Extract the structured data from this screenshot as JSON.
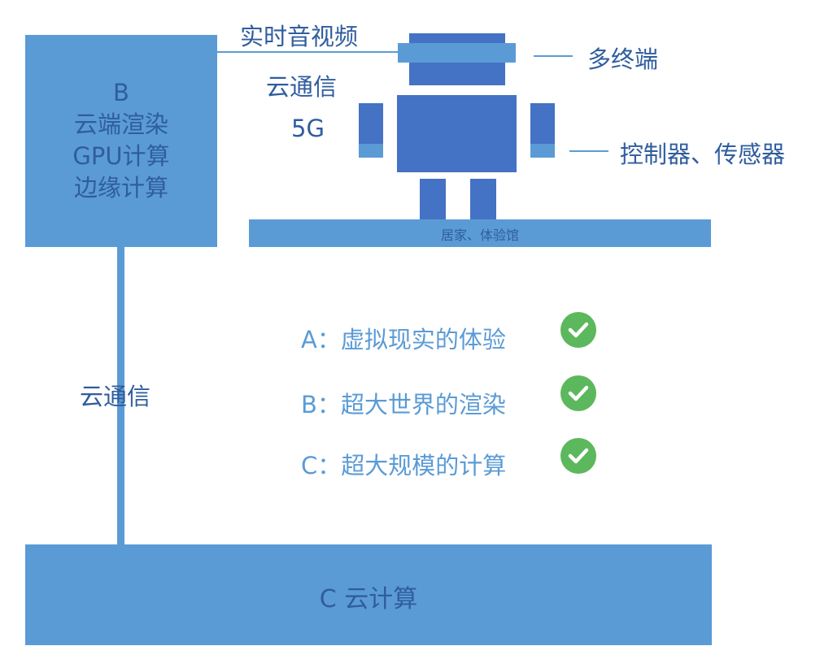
{
  "block_b": {
    "lines": [
      "B",
      "云端渲染",
      "GPU计算",
      "边缘计算"
    ]
  },
  "labels": {
    "realtime_av": "实时音视频",
    "cloud_comm_top": "云通信",
    "five_g": "5G",
    "multi_terminal": "多终端",
    "controller_sensor": "控制器、传感器",
    "cloud_comm_left": "云通信"
  },
  "platform": {
    "label": "居家、体验馆"
  },
  "block_c": {
    "label": "C 云计算"
  },
  "options": [
    {
      "text": "A：虚拟现实的体验"
    },
    {
      "text": "B：超大世界的渲染"
    },
    {
      "text": "C：超大规模的计算"
    }
  ],
  "colors": {
    "block_blue": "#5b9bd5",
    "robot_dark": "#4472c4",
    "text_blue": "#2f5d9e",
    "check_green": "#5cb85c"
  },
  "icons": [
    "check-icon",
    "check-icon",
    "check-icon"
  ]
}
